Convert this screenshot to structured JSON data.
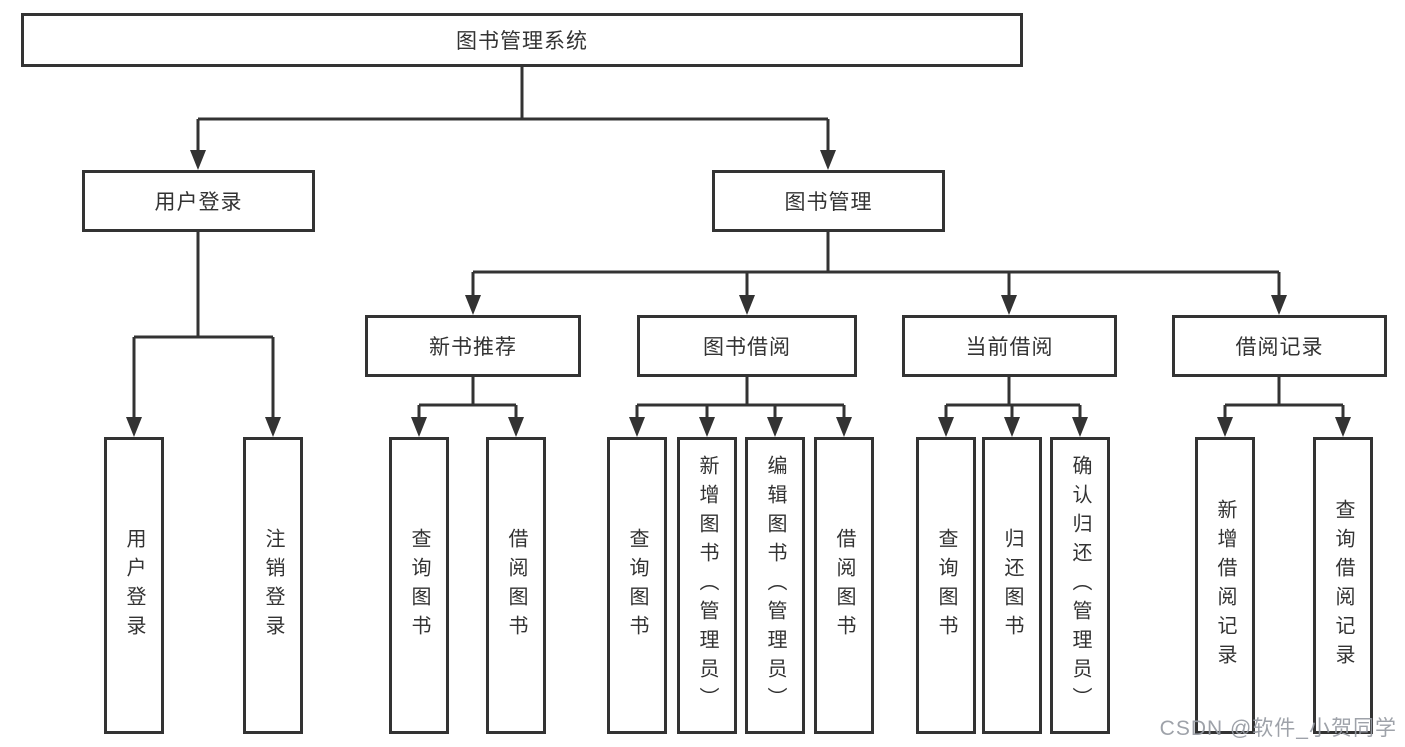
{
  "tree": {
    "root": {
      "label": "图书管理系统"
    },
    "branches": [
      {
        "label": "用户登录",
        "children": [
          {
            "label": "用户登录"
          },
          {
            "label": "注销登录"
          }
        ]
      },
      {
        "label": "图书管理",
        "children": [
          {
            "label": "新书推荐",
            "children": [
              {
                "label": "查询图书"
              },
              {
                "label": "借阅图书"
              }
            ]
          },
          {
            "label": "图书借阅",
            "children": [
              {
                "label": "查询图书"
              },
              {
                "label": "新增图书（管理员）"
              },
              {
                "label": "编辑图书（管理员）"
              },
              {
                "label": "借阅图书"
              }
            ]
          },
          {
            "label": "当前借阅",
            "children": [
              {
                "label": "查询图书"
              },
              {
                "label": "归还图书"
              },
              {
                "label": "确认归还（管理员）"
              }
            ]
          },
          {
            "label": "借阅记录",
            "children": [
              {
                "label": "新增借阅记录"
              },
              {
                "label": "查询借阅记录"
              }
            ]
          }
        ]
      }
    ]
  },
  "watermark": {
    "text": "CSDN @软件_小贺同学"
  },
  "colors": {
    "line": "#333333",
    "box_border": "#333333",
    "text": "#333333",
    "background": "#ffffff",
    "watermark": "#969aa2"
  }
}
